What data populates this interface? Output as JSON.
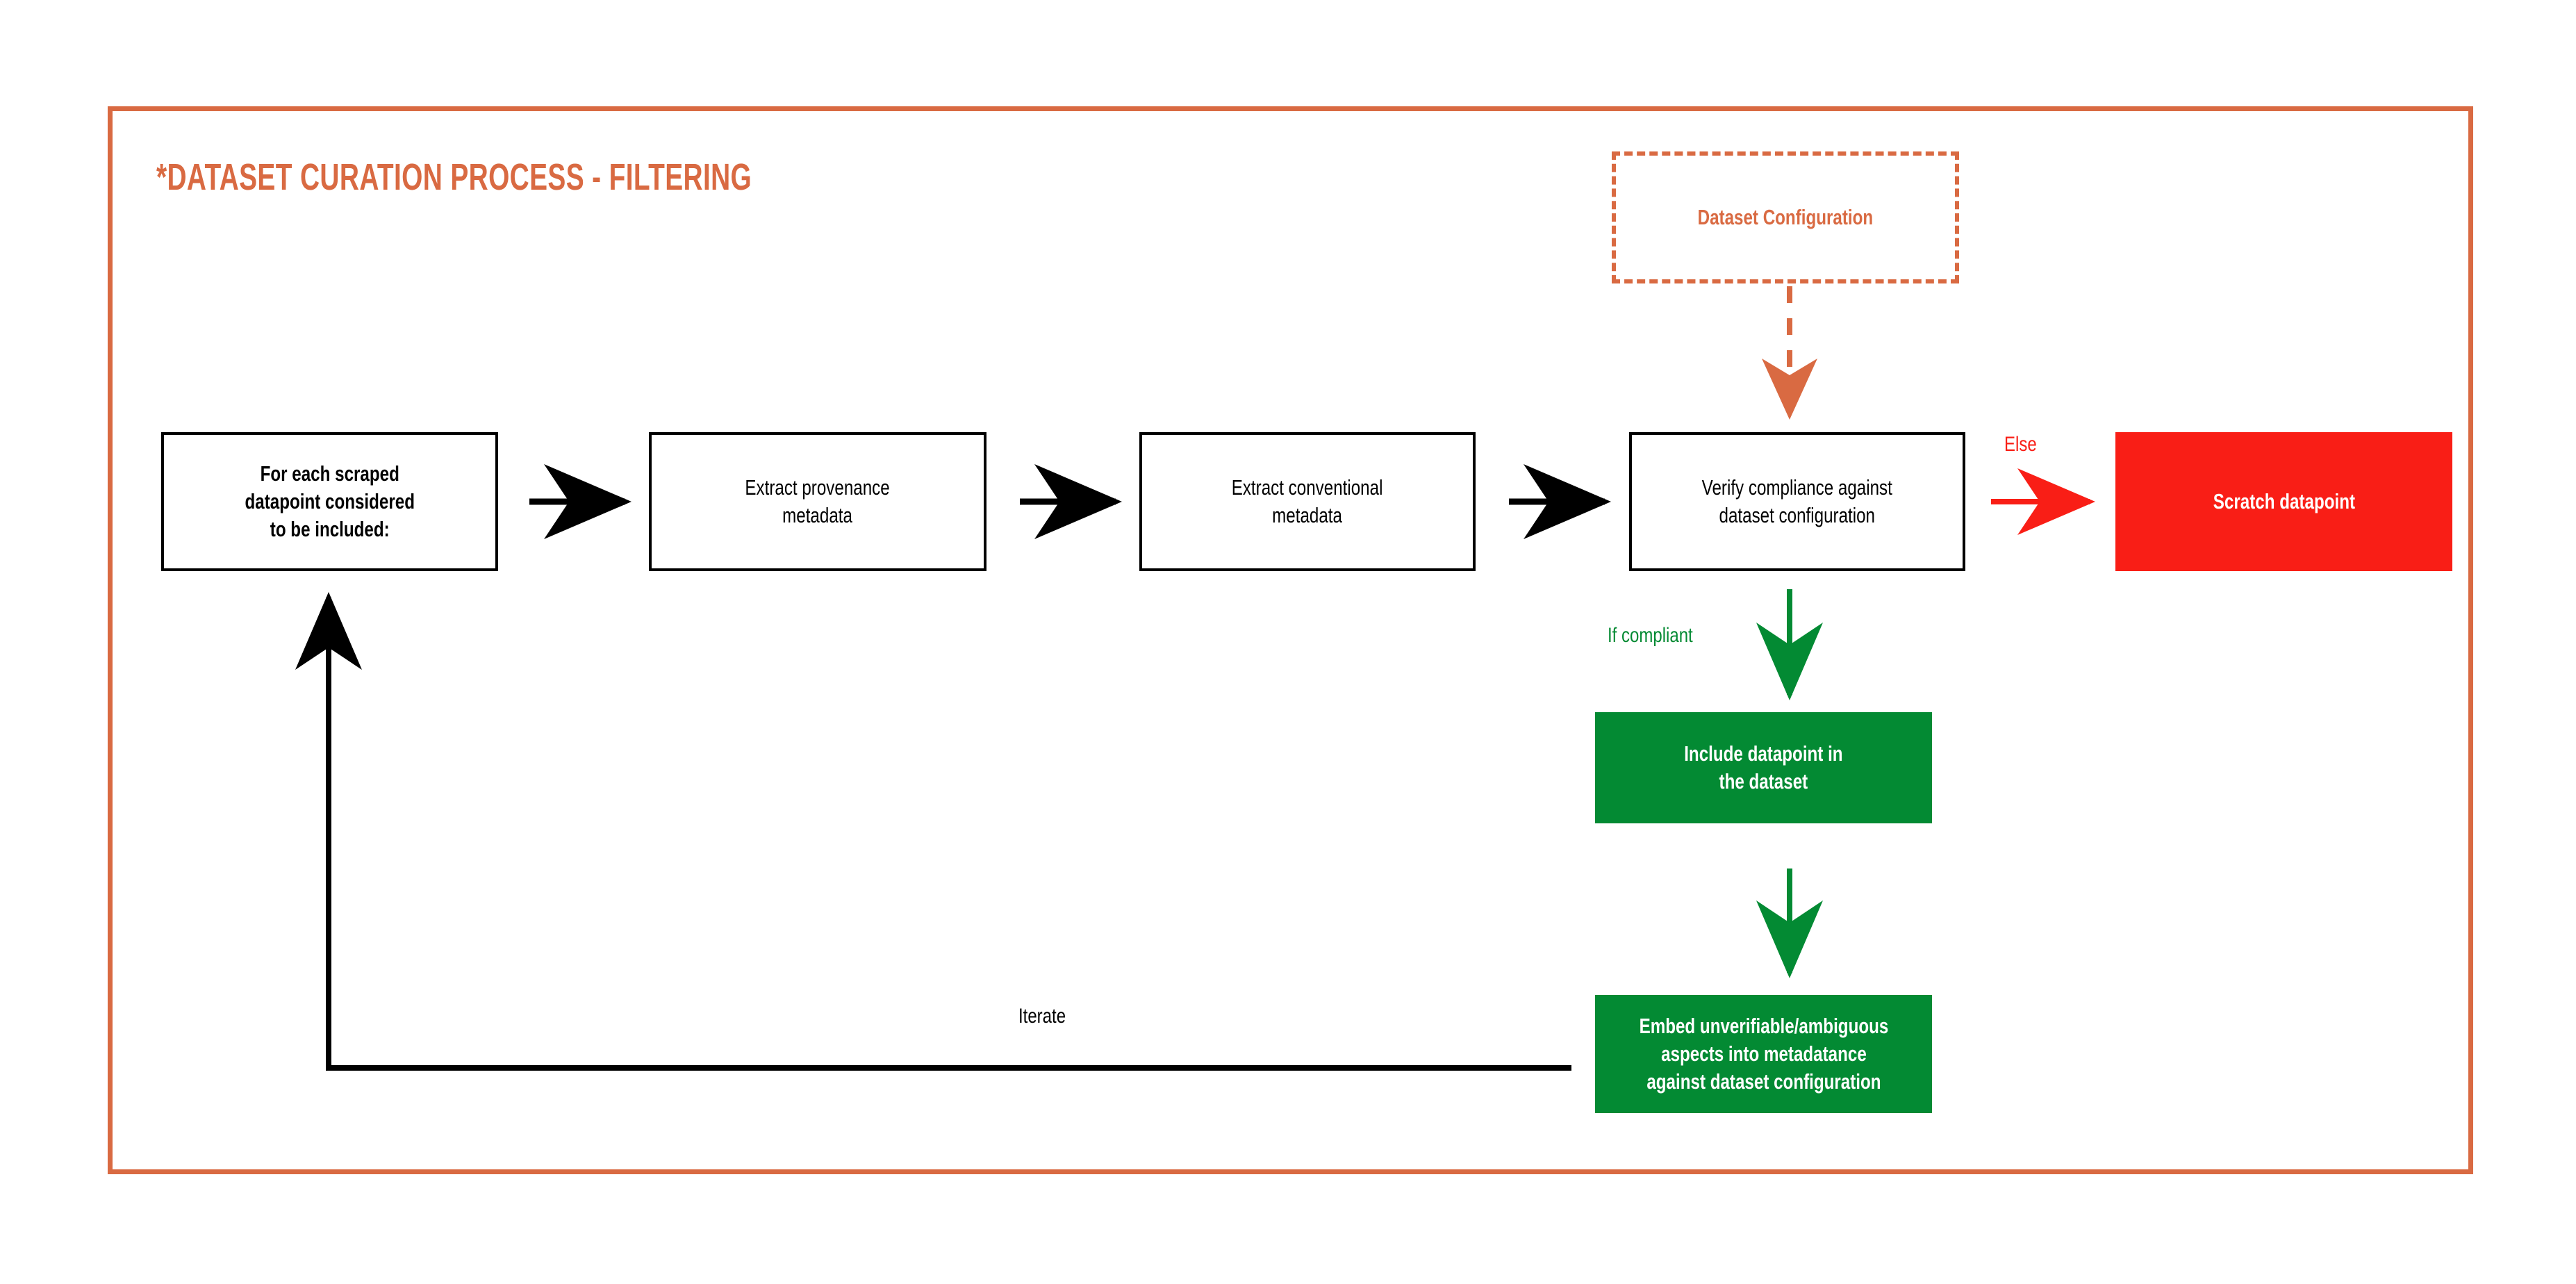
{
  "diagram": {
    "title": "*DATASET CURATION PROCESS - FILTERING",
    "colors": {
      "accent_orange": "#d96a42",
      "reject_red": "#f91e16",
      "accept_green": "#038a33",
      "line_black": "#000000",
      "background": "#ffffff"
    },
    "nodes": {
      "config": {
        "label": "Dataset Configuration",
        "style": "dashed-orange"
      },
      "foreach": {
        "label": "For each scraped\ndatapoint considered\nto be included:",
        "style": "outlined-bold"
      },
      "provenance": {
        "label": "Extract provenance\nmetadata",
        "style": "outlined"
      },
      "conventional": {
        "label": "Extract conventional\nmetadata",
        "style": "outlined"
      },
      "verify": {
        "label": "Verify compliance against\ndataset configuration",
        "style": "outlined"
      },
      "scratch": {
        "label": "Scratch datapoint",
        "style": "filled-red"
      },
      "include": {
        "label": "Include datapoint in\nthe dataset",
        "style": "filled-green"
      },
      "embed": {
        "label": "Embed unverifiable/ambiguous\naspects into metadatance\nagainst dataset configuration",
        "style": "filled-green"
      }
    },
    "edge_labels": {
      "else": "Else",
      "if_compliant": "If compliant",
      "iterate": "Iterate"
    }
  }
}
